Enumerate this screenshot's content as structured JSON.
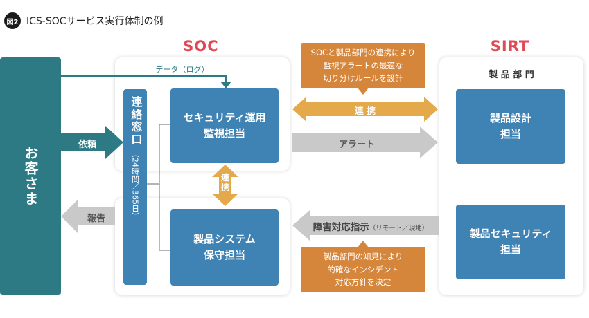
{
  "figure": {
    "badge": "図2",
    "title": "ICS-SOCサービス実行体制の例"
  },
  "sections": {
    "soc_title": "SOC",
    "sirt_title": "SIRT"
  },
  "customer": {
    "label": "お客さま"
  },
  "soc": {
    "contact_window": {
      "label": "連絡窓口",
      "sub": "（24時間／365日）"
    },
    "monitoring": {
      "line1": "セキュリティ運用",
      "line2": "監視担当"
    },
    "maintenance": {
      "line1": "製品システム",
      "line2": "保守担当"
    },
    "internal_link": "連携"
  },
  "sirt": {
    "dept_label": "製 品 部 門",
    "design": {
      "line1": "製品設計",
      "line2": "担当"
    },
    "security": {
      "line1": "製品セキュリティ",
      "line2": "担当"
    }
  },
  "arrows": {
    "data_log": "データ（ログ）",
    "request": "依頼",
    "report": "報告",
    "link": "連 携",
    "alert": "アラート",
    "instruction": "障害対応指示",
    "instruction_note": "（リモート／現地）"
  },
  "callouts": {
    "top": [
      "SOCと製品部門の連携により",
      "監視アラートの最適な",
      "切り分けルールを設計"
    ],
    "bottom": [
      "製品部門の知見により",
      "的確なインシデント",
      "対応方針を決定"
    ]
  },
  "colors": {
    "teal": "#2d7a85",
    "blue": "#3f82b4",
    "orange": "#d6863b",
    "arrow_gray": "#c9c9c9",
    "arrow_gold": "#e3a94a",
    "title_red": "#e04a56"
  }
}
